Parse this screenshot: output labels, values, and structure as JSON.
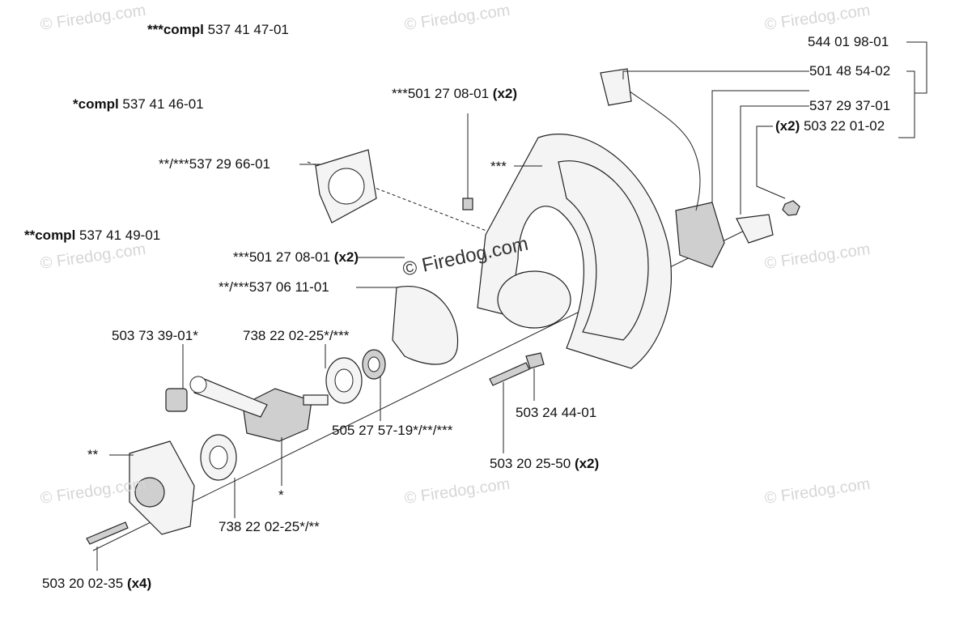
{
  "watermark": "© Firedog.com",
  "labels": {
    "compl_537414701": {
      "prefix": "***compl",
      "number": "537 41 47-01"
    },
    "compl_537414601": {
      "prefix": "*compl",
      "number": "537 41 46-01"
    },
    "compl_537414901": {
      "prefix": "**compl",
      "number": "537 41 49-01"
    },
    "p5012708_top": {
      "text": "***501 27 08-01",
      "qty": "(x2)"
    },
    "p5372966": {
      "text": "**/***537 29 66-01"
    },
    "p5012708_mid": {
      "text": "***501 27 08-01",
      "qty": "(x2)"
    },
    "p5370611": {
      "text": "**/***537 06 11-01"
    },
    "p5037339": {
      "text": "503 73 39-01*"
    },
    "p7382202_top": {
      "text": "738 22 02-25*/***"
    },
    "p5052757": {
      "text": "505 27 57-19*/**/***"
    },
    "p5032444": {
      "text": "503 24 44-01"
    },
    "p5032025": {
      "text": "503 20 25-50",
      "qty": "(x2)"
    },
    "p7382202_bot": {
      "text": "738 22 02-25*/**"
    },
    "p5032002": {
      "text": "503 20 02-35",
      "qty": "(x4)"
    },
    "star3": {
      "text": "***"
    },
    "star2": {
      "text": "**"
    },
    "star1": {
      "text": "*"
    },
    "p5440198": {
      "text": "544 01 98-01"
    },
    "p5014854": {
      "text": "501 48 54-02"
    },
    "p5372937": {
      "text": "537 29 37-01"
    },
    "p5032201": {
      "text": "503 22 01-02",
      "qty": "(x2)"
    }
  }
}
